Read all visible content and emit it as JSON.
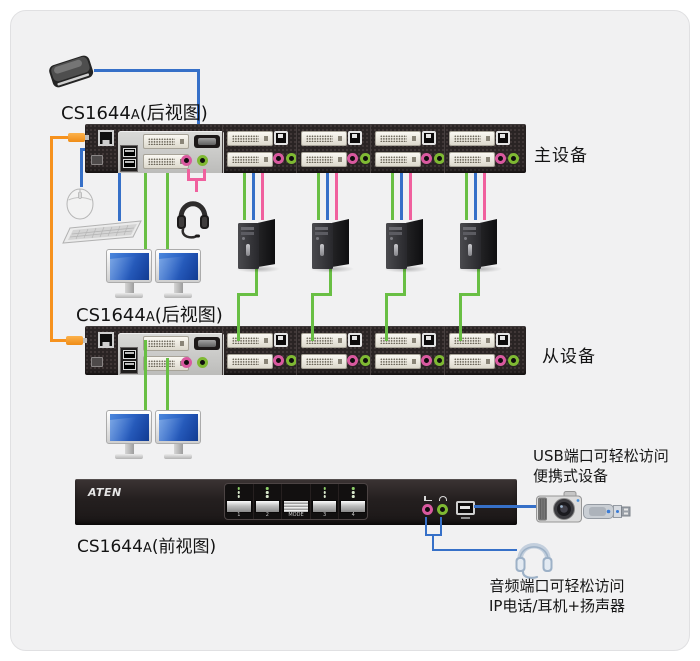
{
  "colors": {
    "panel_bg": "#f1f1f2",
    "switch_body": "#2a2424",
    "cable_blue": "#3670c8",
    "cable_green": "#69bf44",
    "cable_pink": "#f0609e",
    "cable_orange": "#f6921e",
    "jack_pink": "#d9599f",
    "jack_green": "#7fb933"
  },
  "rear_top": {
    "title": {
      "model": "CS1644",
      "size_suffix": "A",
      "view": "(后视图)"
    },
    "role": "主设备"
  },
  "rear_bottom": {
    "title": {
      "model": "CS1644",
      "size_suffix": "A",
      "view": "(后视图)"
    },
    "role": "从设备"
  },
  "front": {
    "title": {
      "model": "CS1644",
      "size_suffix": "A",
      "view": "(前视图)"
    },
    "brand": "ATEN",
    "buttons": [
      {
        "label": "1"
      },
      {
        "label": "2"
      },
      {
        "label": "MODE"
      },
      {
        "label": "3"
      },
      {
        "label": "4"
      }
    ]
  },
  "annotations": {
    "usb": {
      "line1": "USB端口可轻松访问",
      "line2": "便携式设备"
    },
    "audio": {
      "line1": "音频端口可轻松访问",
      "line2": "IP电话/耳机+扬声器"
    }
  }
}
